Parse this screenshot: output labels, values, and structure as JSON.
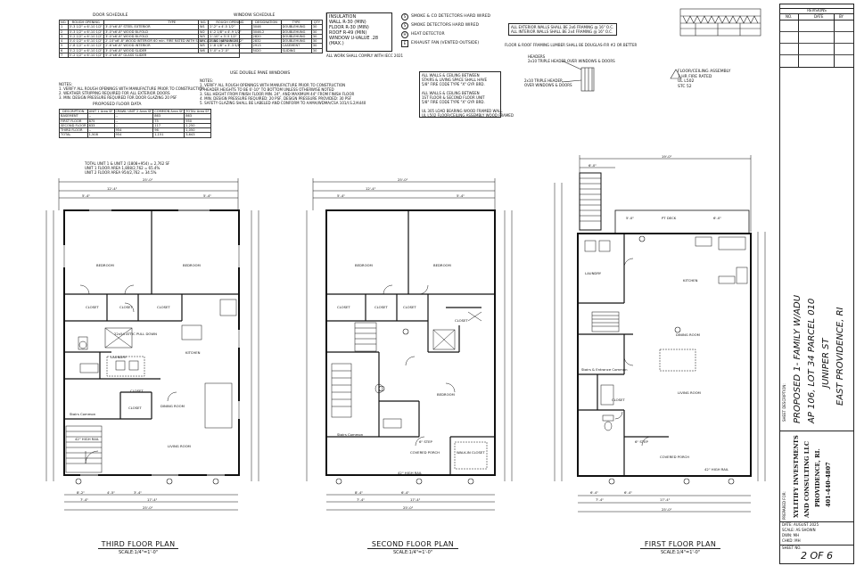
{
  "door_schedule": {
    "title": "DOOR SCHEDULE",
    "headers": [
      "NO.",
      "ROUGH OPENING",
      "TYPE"
    ],
    "rows": [
      [
        "1",
        "3'-3 1/2\" x 6'-10 1/2\"",
        "3'-0\"x6'-8\" STEEL EXTERIOR"
      ],
      [
        "2",
        "3'-3 1/2\" x 6'-10 1/2\"",
        "3'-0\"x6'-8\" WOOD BI-FOLD"
      ],
      [
        "3",
        "3'-2 1/2\" x 6'-10 1/2\"",
        "3'-0\"x6'-8\" WOOD BI-FOLD"
      ],
      [
        "4",
        "3'-0 1/2\" x 6'-10 1/2\"",
        "2'-10\"x6'-8\" WOOD INTERIOR 60 min. FIRE RATED WITH SELF CLOSING HARDWARE"
      ],
      [
        "5",
        "2'-8 1/2\" x 6'-10 1/2\"",
        "2'-6\"x6'-8\" WOOD INTERIOR"
      ],
      [
        "6",
        "3'-2 1/2\" x 6'-10 1/2\"",
        "3'-0\"x6'-8\" WOOD SLIDER"
      ],
      [
        "7",
        "5'-2 1/2\" x 6'-10 1/2\"",
        "5'-0\"x6'-8\" GLASS SLIDER"
      ]
    ]
  },
  "window_schedule": {
    "title": "WINDOW SCHEDULE",
    "headers": [
      "NO.",
      "ROUGH OPENING",
      "DESIGNATION",
      "TYPE",
      "QTY"
    ],
    "rows": [
      [
        "W1",
        "2'-2\" x 4'-5 1/2\"",
        "3046",
        "DOUBLEHUNG",
        "30"
      ],
      [
        "W2",
        "4'-2 1/8\" x 4'-9 1/2\"",
        "3046-2",
        "DOUBLEHUNG",
        "30"
      ],
      [
        "W3",
        "2'-10\" x 3'-5 1/2\"",
        "2820",
        "DOUBLEHUNG",
        "30"
      ],
      [
        "W4",
        "2'-10 1/8\" x 3'-1 1/2\"",
        "2832",
        "DOUBLEHUNG",
        "30"
      ],
      [
        "W5",
        "2'-8 1/8\" x 3'-3 5/8\"",
        "2913",
        "CASEMENT",
        "30"
      ],
      [
        "W6",
        "5'-0\" x 2'-0\"",
        "5020",
        "SLIDING",
        "30"
      ]
    ],
    "note": "USE DOUBLE PANE WINDOWS"
  },
  "insulation": {
    "title": "INSULATION",
    "lines": [
      "WALL R-30 (MIN)",
      "FLOOR R-30 (MIN)",
      "ROOF R-49 (MIN)",
      "WINDOW U-VALUE .28 (MAX.)"
    ],
    "note": "ALL WORK SHALL COMPLY WITH IECC 2021"
  },
  "legend": [
    {
      "symbol": "S",
      "text": "SMOKE & CO DETECTORS HARD WIRED"
    },
    {
      "symbol": "S",
      "text": "SMOKE DETECTORS HARD WIRED"
    },
    {
      "symbol": "H",
      "text": "HEAT DETECTOR"
    },
    {
      "symbol": "E",
      "text": "EXHAUST FAN (VENTED OUTSIDE)"
    }
  ],
  "framing_notes": {
    "lines": [
      "ALL EXTERIOR WALLS SHALL BE 2x6 FRAMING @ 16\" O.C.",
      "ALL INTERIOR WALLS SHALL BE 2x4 FRAMING @ 16\" O.C."
    ],
    "lumber": "FLOOR & ROOF FRAMING LUMBER SHALL BE DOUGLAS-FIR #2 OR BETTER",
    "headers": [
      "HEADERS",
      "2x10 TRIPLE HEADER OVER WINDOWS & DOORS"
    ],
    "header_detail": [
      "2x10 TRIPLE HEADER",
      "OVER WINDOWS & DOORS"
    ]
  },
  "fire_assembly": {
    "title": "FLOOR/CEILING ASSEMBLY",
    "lines": [
      "1 HR FIRE RATED",
      "UL L502",
      "STC 52"
    ]
  },
  "wall_notes": {
    "lines": [
      "ALL WALLS & CEILING BETWEEN",
      "STAIRS & LIVING SPACE SHALL HAVE",
      "5/8\" FIRE CODE TYPE \"X\" GYP. BRD.",
      "",
      "ALL WALLS & CEILING BETWEEN",
      "1ST FLOOR & SECOND FLOOR UNIT",
      "5/8\" FIRE CODE TYPE \"X\" GYP. BRD.",
      "",
      "UL 305 LOAD BEARING WOOD FRAMED WALL",
      "UL L502 FLOOR/CEILING ASSEMBLY WOOD FRAMED"
    ]
  },
  "notes": {
    "title": "NOTES:",
    "lines": [
      "1. VERIFY ALL ROUGH OPENINGS WITH MANUFACTURE PRIOR TO CONSTRUCTION",
      "2. WEATHER STRIPPING REQUIRED FOR ALL EXTERIOR DOORS",
      "3. MIN. DESIGN PRESSURE REQUIRED FOR DOOR GLAZING 20 PSF"
    ]
  },
  "window_notes": {
    "title": "NOTES:",
    "lines": [
      "1. VERIFY ALL ROUGH OPENINGS WITH MANUFACTURE PRIOR TO CONSTRUCTION",
      "2. HEADER HEIGHTS TO BE 6'-10\" TO BOTTOM UNLESS OTHERWISE NOTED",
      "3. SILL HEIGHT FROM FINISH FLOOR MIN. 24\", AND MAXIMUM 44\" FROM FINISH FLOOR",
      "4. MIN. DESIGN PRESSURE REQUIRED: 20 PSF, DESIGN PRESSURE PROVIDED: 30 PSF",
      "5. SAFETY GLAZING SHALL BE LABELED AND CONFORM TO AAMA/WDMA/CSA 101/I.S.2/A440"
    ]
  },
  "floor_data": {
    "title": "PROPOSED FLOOR DATA",
    "headers": [
      "DESCRIPTION",
      "UNIT 1 Area SF",
      "CRAWL UNIT 2 Area SF",
      "COMMON Area SF",
      "TOTAL Area SF"
    ],
    "rows": [
      [
        "BASEMENT",
        "--",
        "--",
        "863",
        "863"
      ],
      [
        "FIRST FLOOR",
        "875",
        "--",
        "75",
        "950"
      ],
      [
        "SECOND FLOOR",
        "633",
        "--",
        "117",
        "1,250"
      ],
      [
        "THIRD FLOOR",
        "--",
        "954",
        "96",
        "1,050"
      ],
      [
        "TOTAL",
        "1,508",
        "954",
        "1,151",
        "3,643"
      ]
    ],
    "totals": [
      "TOTAL UNIT 1 & UNIT 2 (1808+954) = 2,762 SF",
      "UNIT 1 FLOOR AREA 1,808/2,762 = 65.4%",
      "UNIT 2 FLOOR AREA 954/2,762 = 34.5%"
    ]
  },
  "plans": [
    {
      "caption": "THIRD FLOOR PLAN",
      "scale": "SCALE:1/4\"=1'-0\"",
      "dims_top": [
        "25'-0\"",
        "12'-4\"",
        "5'-4\"",
        "5'-4\""
      ],
      "dims_bottom": [
        "8'-2\"",
        "4'-5\"",
        "3'-4\"",
        "7'-4\"",
        "17'-4\"",
        "25'-0\""
      ],
      "rooms": [
        "BEDROOM",
        "BEDROOM",
        "CLOSET",
        "CLOSET",
        "CLOSET",
        "KITCHEN",
        "LAUNDRY",
        "CLOSET",
        "CLOSET",
        "DINING ROOM",
        "LIVING ROOM",
        "22x54 ATTIC PULL DOWN",
        "42\" HIGH RAIL",
        "Stairs Common"
      ]
    },
    {
      "caption": "SECOND FLOOR PLAN",
      "scale": "SCALE:1/4\"=1'-0\"",
      "dims_top": [
        "25'-0\"",
        "12'-4\"",
        "5'-4\"",
        "5'-4\""
      ],
      "dims_bottom": [
        "8'-4\"",
        "6'-4\"",
        "7'-4\"",
        "17'-4\"",
        "25'-0\""
      ],
      "rooms": [
        "BEDROOM",
        "BEDROOM",
        "CLOSET",
        "CLOSET",
        "CLOSET",
        "CLOSET",
        "BEDROOM",
        "COVERED PORCH",
        "WALK-IN CLOSET",
        "42\" HIGH RAIL",
        "Stairs Common",
        "6\" STEP"
      ]
    },
    {
      "caption": "FIRST FLOOR PLAN",
      "scale": "SCALE:1/4\"=1'-0\"",
      "dims_top": [
        "19'-0\"",
        "6'-0\"",
        "5'-0\"",
        "6'-0\""
      ],
      "dims_bottom": [
        "6'-4\"",
        "6'-4\"",
        "7'-4\"",
        "17'-4\"",
        "25'-0\""
      ],
      "rooms": [
        "PT DECK",
        "LAUNDRY",
        "KITCHEN",
        "DINING ROOM",
        "LIVING ROOM",
        "COVERED PORCH",
        "42\" HIGH RAIL",
        "Stairs & Entrance Common",
        "6\" STEP",
        "CLOSET"
      ]
    }
  ],
  "title_block": {
    "revisions": "REVISIONS",
    "rev_headers": [
      "NO.",
      "DATE",
      "BY"
    ],
    "sheet_description_label": "SHEET DESCRIPTION:",
    "project": [
      "PROPOSED 1- FAMILY W/ADU",
      "AP 106, LOT 34 PARCEL 010",
      "JUNIPER ST",
      "EAST PROVIDENCE, RI"
    ],
    "prepared_for_label": "PREPARED FOR:",
    "client": [
      "XYLITIFY INVESTMENTS",
      "AND CONSULTING LLC",
      "PROVIDENCE, RI.",
      "401-440-4807"
    ],
    "date": "DATE: AUGUST 2025",
    "scale": "SCALE: AS SHOWN",
    "drawn": "DWN: MH",
    "checked": "CHKD: MH",
    "sheet_no_label": "SHEET NO.",
    "sheet_no": "2 OF 6"
  }
}
